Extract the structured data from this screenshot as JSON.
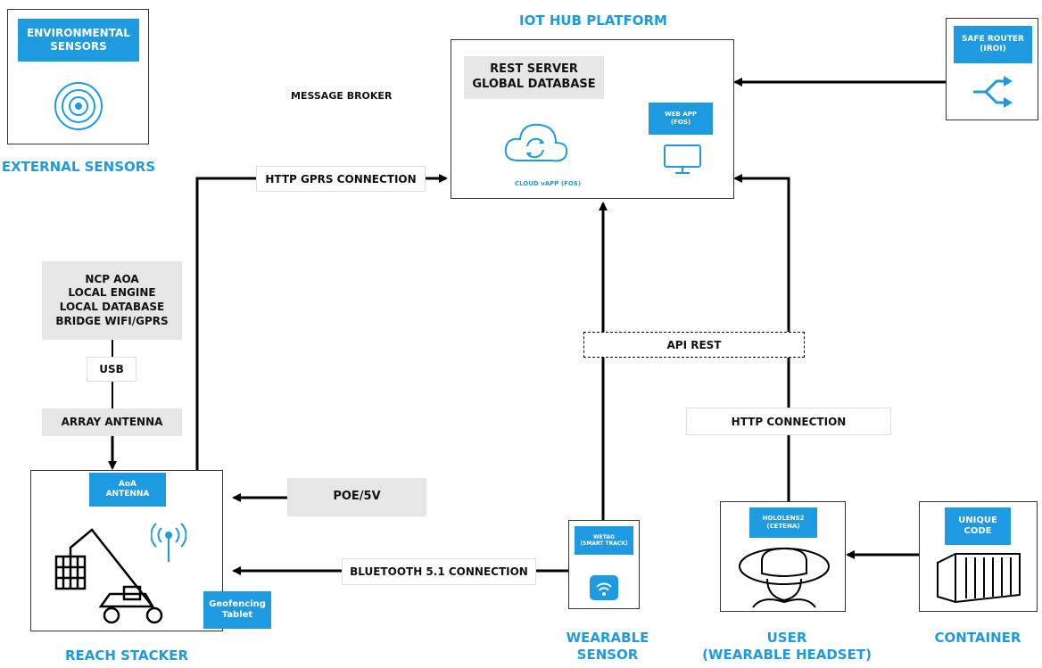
{
  "external": {
    "box_label": "ENVIRONMENTAL\nSENSORS",
    "title": "EXTERNAL SENSORS",
    "icon": "sensor-rings-icon"
  },
  "hub": {
    "title": "IOT HUB PLATFORM",
    "rest_server": "REST SERVER\nGLOBAL DATABASE",
    "web_app": "WEB APP\n(FOS)",
    "cloud_label": "CLOUD vAPP (FOS)",
    "message_broker": "MESSAGE BROKER"
  },
  "router": {
    "label": "SAFE ROUTER\n(IROI)",
    "icon": "shuffle-arrows-icon"
  },
  "connections": {
    "http_gprs": "HTTP GPRS CONNECTION",
    "api_rest": "API REST",
    "http": "HTTP CONNECTION",
    "bluetooth": "BLUETOOTH 5.1 CONNECTION",
    "poe": "POE/5V",
    "usb": "USB"
  },
  "ncp": {
    "stack": "NCP AOA\nLOCAL ENGINE\nLOCAL DATABASE\nBRIDGE WIFI/GPRS",
    "array_antenna": "ARRAY ANTENNA"
  },
  "reach_stacker": {
    "antenna": "AoA\nANTENNA",
    "tablet": "Geofencing\nTablet",
    "title": "REACH STACKER"
  },
  "wearable": {
    "label": "WETAG\n(SMART TRACK)",
    "title": "WEARABLE\nSENSOR",
    "icon": "wifi-tag-icon"
  },
  "user": {
    "label": "HOLOLENS2\n(CETENA)",
    "title": "USER\n(WEARABLE HEADSET)",
    "icon": "vr-headset-icon"
  },
  "container": {
    "label": "UNIQUE\nCODE",
    "title": "CONTAINER",
    "icon": "shipping-container-icon"
  },
  "colors": {
    "accent": "#1e9be0",
    "grey": "#e6e6e6"
  }
}
